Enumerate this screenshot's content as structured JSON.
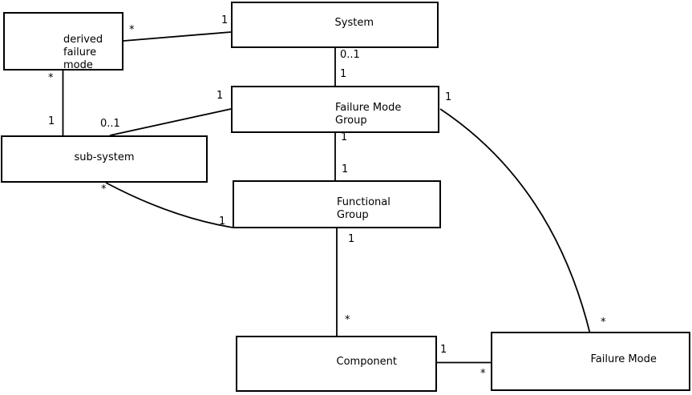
{
  "diagram": {
    "colors": {
      "background": "#ffffff",
      "line": "#000000",
      "text": "#000000"
    },
    "nodes": {
      "derived_failure_mode": {
        "label": "derived\nfailure\nmode"
      },
      "system": {
        "label": "System"
      },
      "failure_mode_group": {
        "label": "Failure Mode\nGroup"
      },
      "sub_system": {
        "label": "sub-system"
      },
      "functional_group": {
        "label": "Functional\nGroup"
      },
      "component": {
        "label": "Component"
      },
      "failure_mode": {
        "label": "Failure Mode"
      }
    },
    "edges": {
      "derived_failure_mode__system": {
        "from": "derived_failure_mode",
        "to": "system",
        "from_label": "*",
        "to_label": "1"
      },
      "derived_failure_mode__sub_system": {
        "from": "derived_failure_mode",
        "to": "sub_system",
        "from_label": "*",
        "to_label": "1"
      },
      "system__failure_mode_group": {
        "from": "system",
        "to": "failure_mode_group",
        "from_label": "0..1",
        "to_label": "1"
      },
      "failure_mode_group__sub_system": {
        "from": "failure_mode_group",
        "to": "sub_system",
        "from_label": "1",
        "to_label": "0..1"
      },
      "failure_mode_group__functional_group": {
        "from": "failure_mode_group",
        "to": "functional_group",
        "from_label": "1",
        "to_label": "1"
      },
      "functional_group__component": {
        "from": "functional_group",
        "to": "component",
        "from_label": "1",
        "to_label": "*"
      },
      "component__failure_mode": {
        "from": "component",
        "to": "failure_mode",
        "from_label": "1",
        "to_label": "*"
      },
      "failure_mode_group__failure_mode": {
        "from": "failure_mode_group",
        "to": "failure_mode",
        "from_label": "1",
        "to_label": "*"
      },
      "sub_system__functional_group": {
        "from": "sub_system",
        "to": "functional_group",
        "from_label": "*",
        "to_label": "1"
      }
    }
  }
}
